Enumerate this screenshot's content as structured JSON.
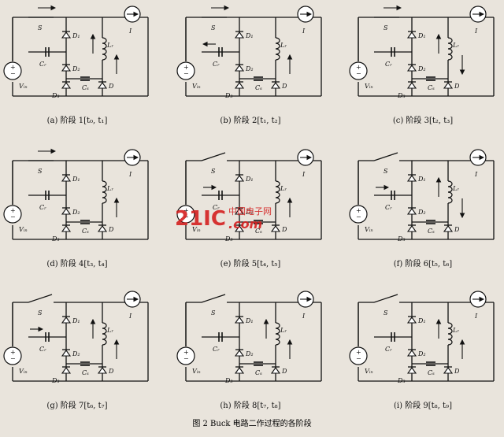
{
  "figure_caption": "图 2   Buck 电路二作过程的各阶段",
  "watermark": {
    "logo": "21IC",
    "cn": "中国电子网",
    "domain": ".com"
  },
  "panels": [
    {
      "caption": "(a)  阶段 1[t₀, t₁]",
      "vin": "Vᵢₙ",
      "cr": "Cᵣ",
      "cs": "Cₛ",
      "lr": "Lᵣ",
      "i": "I",
      "s": "S",
      "d1": "D₁",
      "d2": "D₂",
      "d3": "D₃",
      "d": "D"
    },
    {
      "caption": "(b)  阶段 2[t₁, t₂]",
      "vin": "Vᵢₙ",
      "cr": "Cᵣ",
      "cs": "Cₛ",
      "lr": "Lᵣ",
      "i": "I",
      "s": "S",
      "d1": "D₁",
      "d2": "D₂",
      "d3": "D₃",
      "d": "D"
    },
    {
      "caption": "(c)  阶段 3[t₂, t₃]",
      "vin": "Vᵢₙ",
      "cr": "Cᵣ",
      "cs": "Cₛ",
      "lr": "Lᵣ",
      "i": "I",
      "s": "S",
      "d1": "D₁",
      "d2": "D₂",
      "d3": "D₃",
      "d": "D"
    },
    {
      "caption": "(d)  阶段 4[t₃, t₄]",
      "vin": "Vᵢₙ",
      "cr": "Cᵣ",
      "cs": "Cₛ",
      "lr": "Lᵣ",
      "i": "I",
      "s": "S",
      "d1": "D₁",
      "d2": "D₂",
      "d3": "D₃",
      "d": "D"
    },
    {
      "caption": "(e)  阶段 5[t₄, t₅]",
      "vin": "Vᵢₙ",
      "cr": "Cᵣ",
      "cs": "Cₛ",
      "lr": "Lᵣ",
      "i": "I",
      "s": "S",
      "d1": "D₁",
      "d2": "D₂",
      "d3": "D₃",
      "d": "D"
    },
    {
      "caption": "(f)  阶段 6[t₅, t₆]",
      "vin": "Vᵢₙ",
      "cr": "Cᵣ",
      "cs": "Cₛ",
      "lr": "Lᵣ",
      "i": "I",
      "s": "S",
      "d1": "D₁",
      "d2": "D₂",
      "d3": "D₃",
      "d": "D"
    },
    {
      "caption": "(g)  阶段 7[t₆, t₇]",
      "vin": "Vᵢₙ",
      "cr": "Cᵣ",
      "cs": "Cₛ",
      "lr": "Lᵣ",
      "i": "I",
      "s": "S",
      "d1": "D₁",
      "d2": "D₂",
      "d3": "D₃",
      "d": "D"
    },
    {
      "caption": "(h)  阶段 8[t₇, t₈]",
      "vin": "Vᵢₙ",
      "cr": "Cᵣ",
      "cs": "Cₛ",
      "lr": "Lᵣ",
      "i": "I",
      "s": "S",
      "d1": "D₁",
      "d2": "D₂",
      "d3": "D₃",
      "d": "D"
    },
    {
      "caption": "(i)  阶段 9[t₈, t₉]",
      "vin": "Vᵢₙ",
      "cr": "Cᵣ",
      "cs": "Cₛ",
      "lr": "Lᵣ",
      "i": "I",
      "s": "S",
      "d1": "D₁",
      "d2": "D₂",
      "d3": "D₃",
      "d": "D"
    }
  ]
}
